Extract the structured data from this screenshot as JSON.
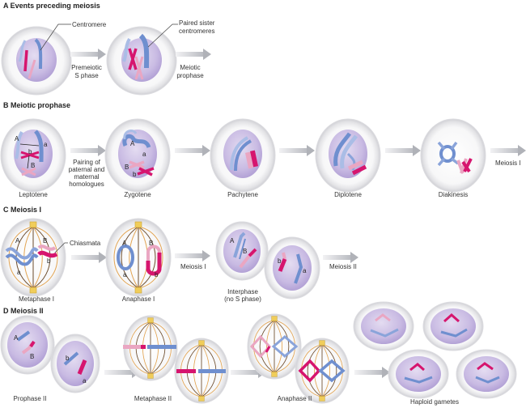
{
  "sections": {
    "a": {
      "title": "A  Events preceding meiosis"
    },
    "b": {
      "title": "B  Meiotic prophase"
    },
    "c": {
      "title": "C  Meiosis I"
    },
    "d": {
      "title": "D  Meiosis II"
    }
  },
  "callouts": {
    "centromere": "Centromere",
    "paired_1": "Paired sister",
    "paired_2": "centromeres",
    "chiasmata": "Chiasmata"
  },
  "arrows": {
    "premeiotic_1": "Premeiotic",
    "premeiotic_2": "S phase",
    "meiotic_1": "Meiotic",
    "meiotic_2": "prophase",
    "pairing_1": "Pairing of",
    "pairing_2": "paternal and",
    "pairing_3": "maternal",
    "pairing_4": "homologues",
    "meiosis1_b": "Meiosis I",
    "meiosis1_c": "Meiosis I",
    "meiosis2_c": "Meiosis II"
  },
  "stages": {
    "leptotene": "Leptotene",
    "zygotene": "Zygotene",
    "pachytene": "Pachytene",
    "diplotene": "Diplotene",
    "diakinesis": "Diakinesis",
    "metaphase1": "Metaphase I",
    "anaphase1": "Anaphase I",
    "interphase_1": "Interphase",
    "interphase_2": "(no S phase)",
    "prophase2": "Prophase II",
    "metaphase2": "Metaphase II",
    "anaphase2": "Anaphase II",
    "gametes": "Haploid gametes"
  },
  "alleles": {
    "A": "A",
    "a": "a",
    "B": "B",
    "b": "b"
  },
  "colors": {
    "paternal_blue": "#6f8fcf",
    "maternal_pink": "#e08cb0",
    "magenta": "#d6156e",
    "nucleus": "#c7b8e2",
    "cell_rim": "#e3e3e6",
    "spindle": "#e2a452",
    "spindle_dark": "#6b4a2a",
    "centrosome": "#f0cd5a",
    "arrow": "#bfc1c6"
  }
}
